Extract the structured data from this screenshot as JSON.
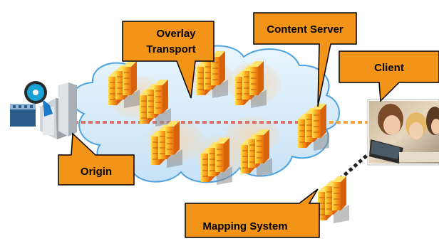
{
  "labels": {
    "overlay_line1": "Overlay",
    "overlay_line2": "Transport",
    "content_server": "Content Server",
    "client": "Client",
    "origin": "Origin",
    "mapping_system": "Mapping System"
  },
  "colors": {
    "callout_fill": "#f29418",
    "cloud_fill": "#d6ecfb",
    "cloud_stroke": "#4da2df",
    "transport_line": "#d9706a",
    "client_link": "#f2a640",
    "mapping_link": "#222222",
    "server_orange": "#f08c18",
    "server_yellow": "#ffd23a"
  },
  "icons": {
    "origin": "film-server-icon",
    "servers": "server-rack-icon",
    "client": "people-laptop-photo"
  }
}
